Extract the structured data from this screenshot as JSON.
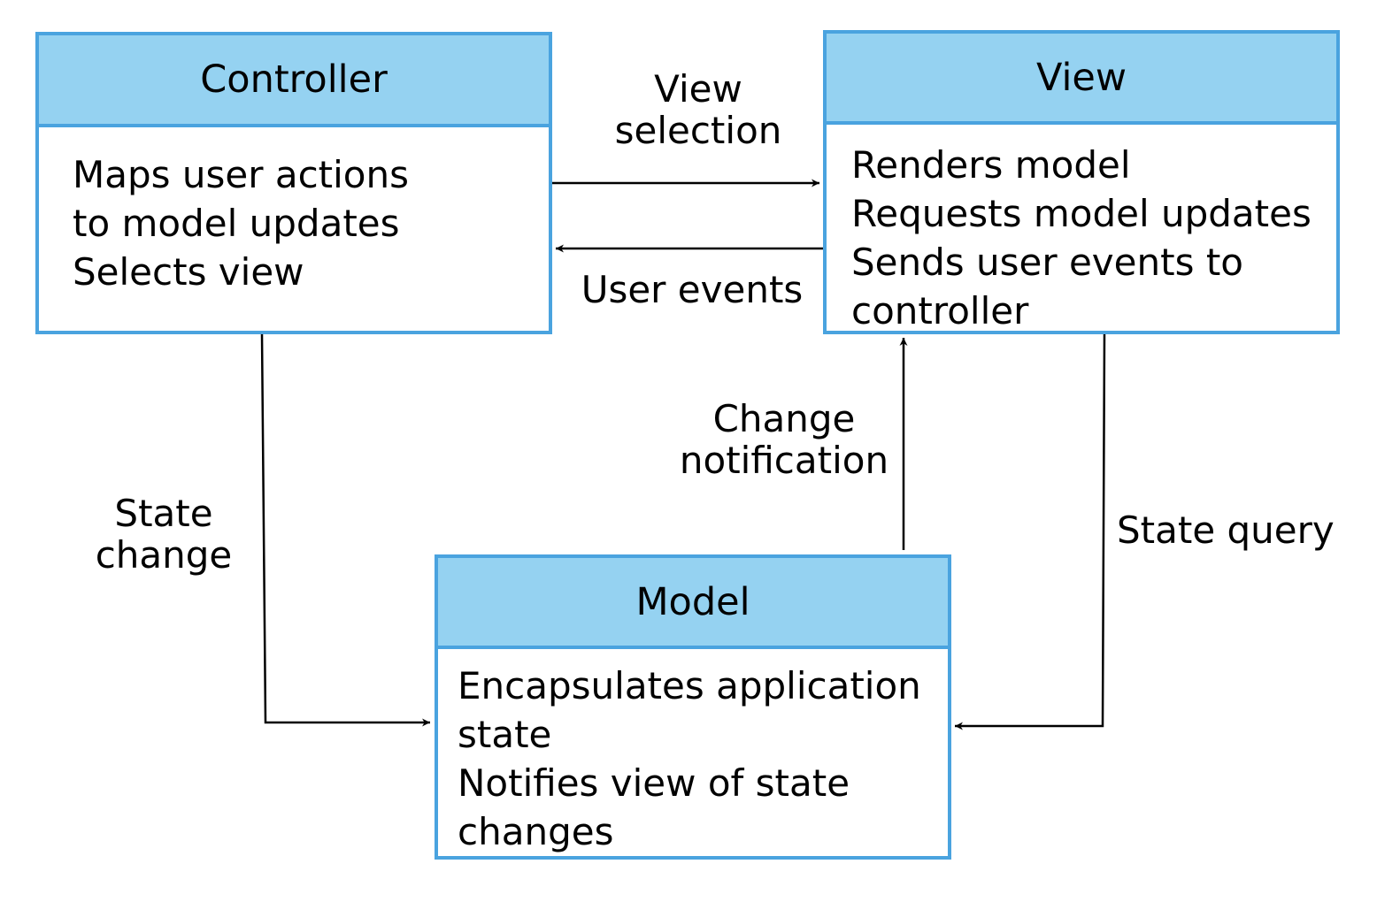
{
  "boxes": {
    "controller": {
      "title": "Controller",
      "lines": [
        "Maps user actions",
        "to model updates",
        "Selects view"
      ]
    },
    "view": {
      "title": "View",
      "lines": [
        "Renders model",
        "Requests model updates",
        "Sends user events to",
        "controller"
      ]
    },
    "model": {
      "title": "Model",
      "lines": [
        "Encapsulates application",
        "state",
        "Notifies view of state",
        "changes"
      ]
    }
  },
  "edges": {
    "view_selection": {
      "lines": [
        "View",
        "selection"
      ]
    },
    "user_events": {
      "lines": [
        "User events"
      ]
    },
    "change_notification": {
      "lines": [
        "Change",
        "notification"
      ]
    },
    "state_change": {
      "lines": [
        "State",
        "change"
      ]
    },
    "state_query": {
      "lines": [
        "State query"
      ]
    }
  },
  "colors": {
    "header_fill": "#95d2f1",
    "border": "#4aa3df",
    "arrow": "#000000"
  }
}
